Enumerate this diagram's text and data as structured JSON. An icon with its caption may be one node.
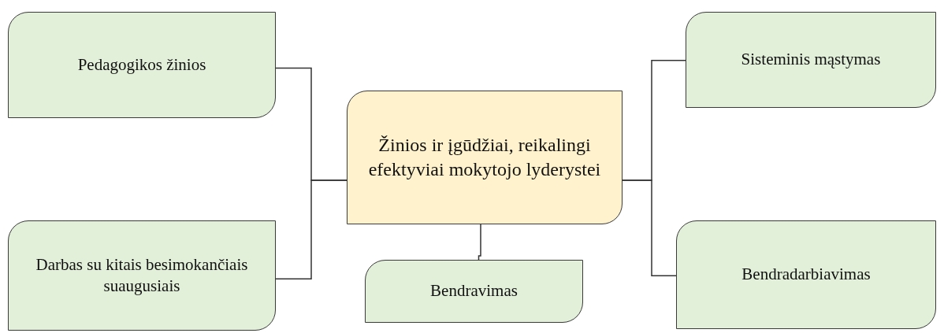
{
  "diagram": {
    "nodes": [
      {
        "text": [
          "Pedagogikos žinios"
        ]
      },
      {
        "text": [
          "Sisteminis mąstymas"
        ]
      },
      {
        "text": [
          "Žinios ir įgūdžiai, reikalingi efektyviai mokytojo lyderystei"
        ]
      },
      {
        "text": [
          "Darbas su kitais besimokančiais suaugusiais"
        ]
      },
      {
        "text": [
          "Bendravimas"
        ]
      },
      {
        "text": [
          "Bendradarbiavimas"
        ]
      }
    ],
    "edges": [
      {
        "from": 0,
        "to": 2,
        "arrow": "none"
      },
      {
        "from": 1,
        "to": 2,
        "arrow": "none"
      },
      {
        "from": 3,
        "to": 2,
        "arrow": "none"
      },
      {
        "from": 4,
        "to": 2,
        "arrow": "none"
      },
      {
        "from": 5,
        "to": 2,
        "arrow": "none"
      }
    ]
  }
}
